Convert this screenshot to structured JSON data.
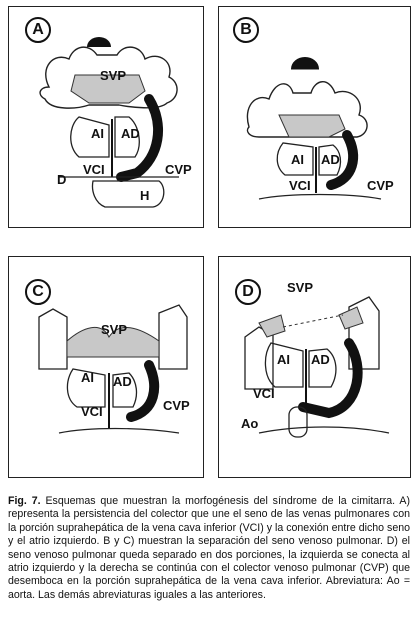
{
  "panels": [
    {
      "letter": "A",
      "labels": {
        "svp": "SVP",
        "ai": "AI",
        "ad": "AD",
        "vci": "VCI",
        "cvp": "CVP",
        "d": "D",
        "h": "H"
      }
    },
    {
      "letter": "B",
      "labels": {
        "ai": "AI",
        "ad": "AD",
        "vci": "VCI",
        "cvp": "CVP"
      }
    },
    {
      "letter": "C",
      "labels": {
        "svp": "SVP",
        "ai": "AI",
        "ad": "AD",
        "vci": "VCI",
        "cvp": "CVP"
      }
    },
    {
      "letter": "D",
      "labels": {
        "svp": "SVP",
        "ai": "AI",
        "ad": "AD",
        "vci": "VCI",
        "ao": "Ao"
      }
    }
  ],
  "caption": {
    "fig": "Fig. 7.",
    "text": "Esquemas que muestran la morfogénesis del síndrome de la cimitarra. A) representa la persistencia del colector que une el seno de las venas pulmonares con la porción suprahepática de la vena cava inferior (VCI) y la conexión entre dicho seno y el atrio izquierdo. B y C) muestran la separación del seno venoso pulmonar. D) el seno venoso pulmonar queda separado en dos porciones, la izquierda se conecta al atrio izquierdo y la derecha se continúa con el colector venoso pulmonar (CVP) que desemboca en la porción suprahepática de la vena cava inferior. Abreviatura: Ao = aorta. Las demás abreviaturas iguales a las anteriores."
  }
}
